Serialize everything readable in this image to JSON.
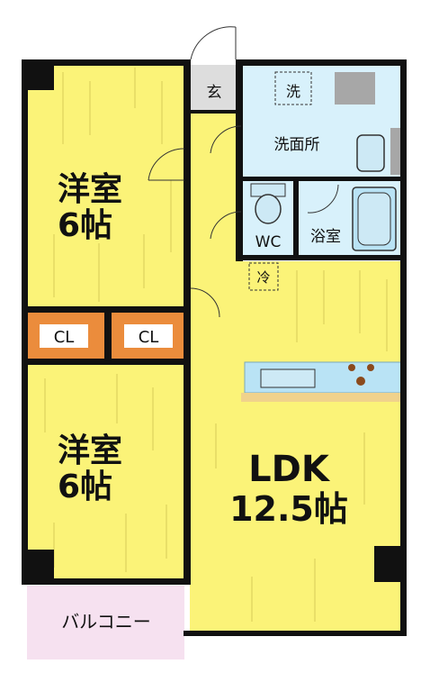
{
  "rooms": {
    "bedroom1": {
      "type": "洋室",
      "size": "6帖"
    },
    "bedroom2": {
      "type": "洋室",
      "size": "6帖"
    },
    "closet1": "CL",
    "closet2": "CL",
    "ldk": {
      "type": "LDK",
      "size": "12.5帖"
    },
    "entrance": "玄",
    "washer": "洗",
    "washroom": "洗面所",
    "toilet": "WC",
    "bathroom": "浴室",
    "fridge": "冷",
    "balcony": "バルコニー"
  },
  "colors": {
    "room_yellow": "#fbf378",
    "wet_area_blue": "#d8f1fb",
    "closet_orange": "#eb8c3c",
    "balcony_pink": "#f6e1f0",
    "wall_black": "#111111",
    "entrance_gray": "#dddddd",
    "kitchen_counter": "#b9e3f5"
  }
}
